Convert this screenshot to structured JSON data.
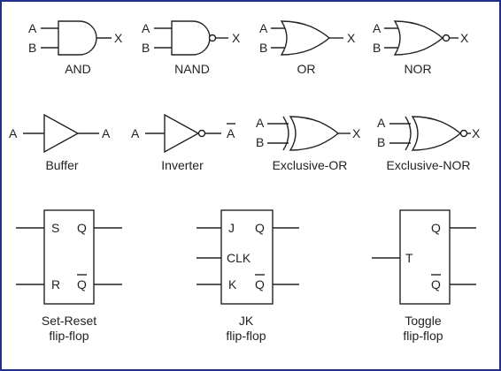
{
  "accent_color": "#1f2f8f",
  "gates": {
    "and": {
      "in_a": "A",
      "in_b": "B",
      "out": "X",
      "caption": "AND"
    },
    "nand": {
      "in_a": "A",
      "in_b": "B",
      "out": "X",
      "caption": "NAND"
    },
    "or": {
      "in_a": "A",
      "in_b": "B",
      "out": "X",
      "caption": "OR"
    },
    "nor": {
      "in_a": "A",
      "in_b": "B",
      "out": "X",
      "caption": "NOR"
    },
    "buffer": {
      "in": "A",
      "out": "A",
      "caption": "Buffer"
    },
    "inverter": {
      "in": "A",
      "out": "A",
      "caption": "Inverter"
    },
    "xor": {
      "in_a": "A",
      "in_b": "B",
      "out": "X",
      "caption": "Exclusive-OR"
    },
    "xnor": {
      "in_a": "A",
      "in_b": "B",
      "out": "X",
      "caption": "Exclusive-NOR"
    }
  },
  "flip_flops": {
    "sr": {
      "pins": {
        "s": "S",
        "r": "R",
        "q": "Q",
        "qbar": "Q"
      },
      "caption_line1": "Set-Reset",
      "caption_line2": "flip-flop"
    },
    "jk": {
      "pins": {
        "j": "J",
        "clk": "CLK",
        "k": "K",
        "q": "Q",
        "qbar": "Q"
      },
      "caption_line1": "JK",
      "caption_line2": "flip-flop"
    },
    "toggle": {
      "pins": {
        "t": "T",
        "q": "Q",
        "qbar": "Q"
      },
      "caption_line1": "Toggle",
      "caption_line2": "flip-flop"
    }
  }
}
